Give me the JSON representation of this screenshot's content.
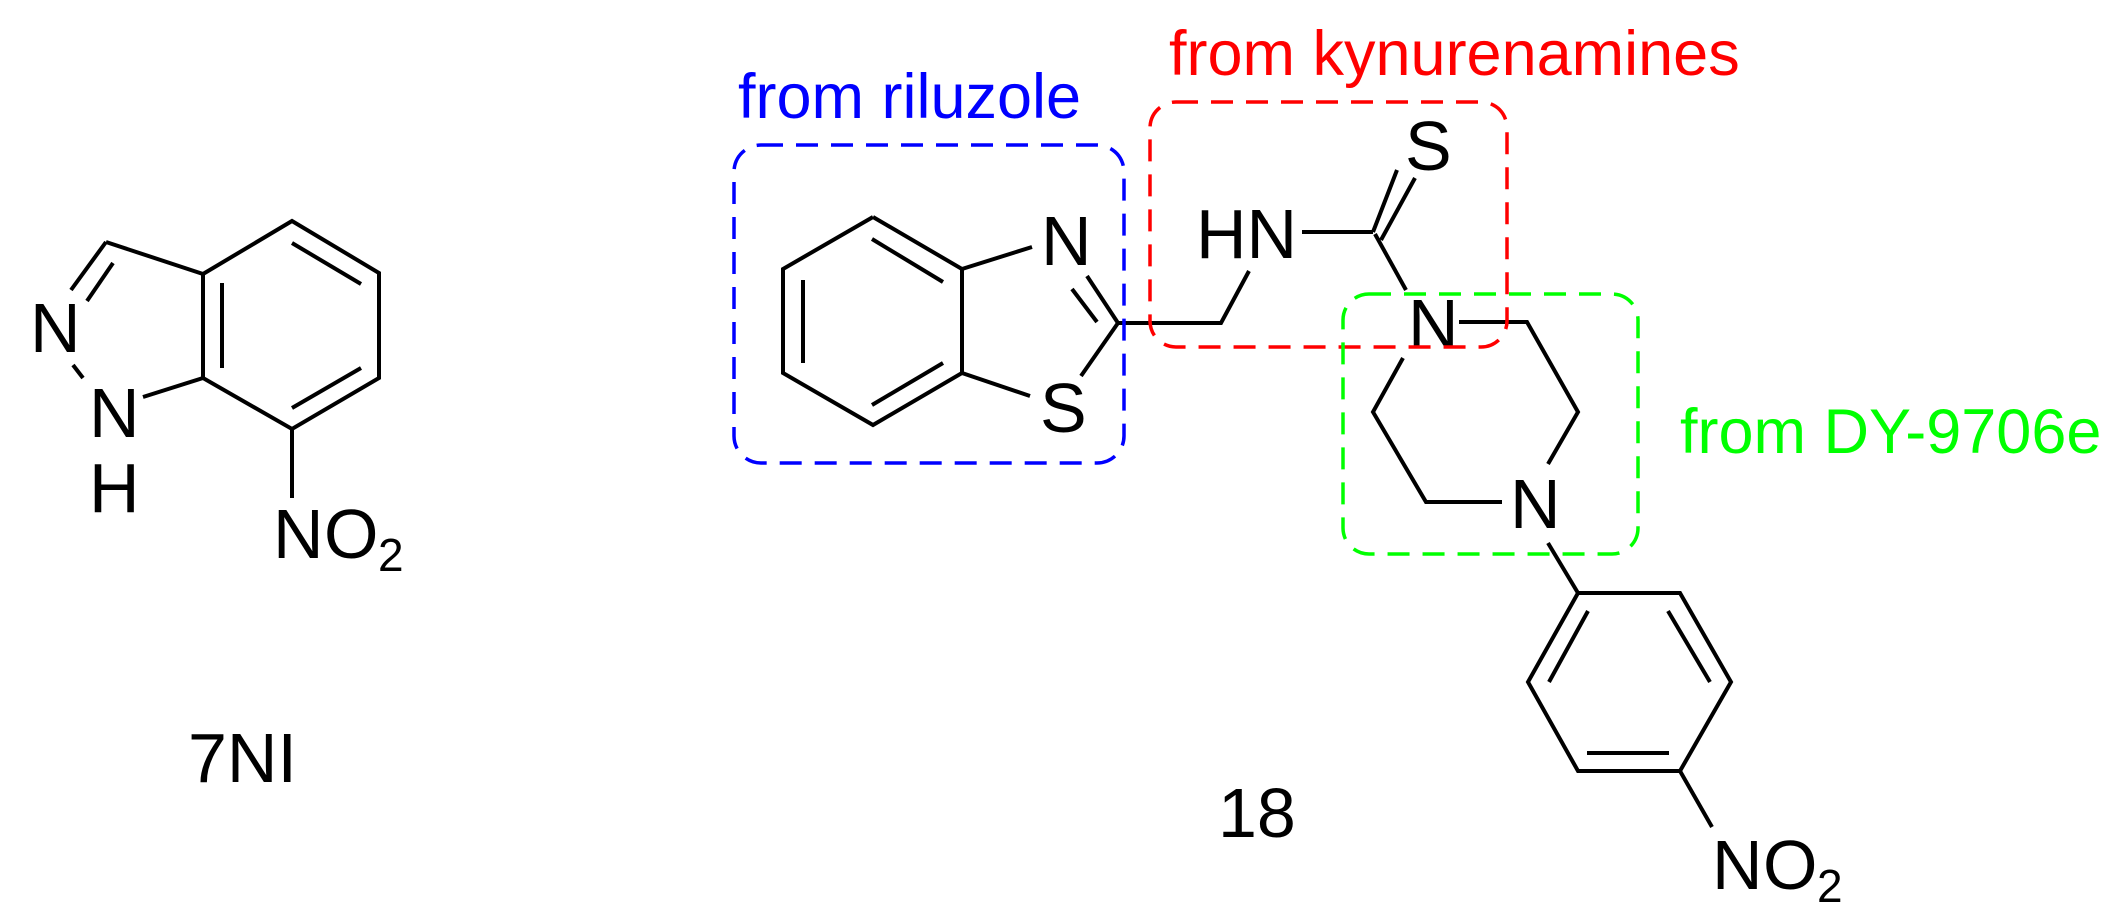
{
  "figure": {
    "background": "#ffffff",
    "compounds": [
      {
        "id": "7ni",
        "label": "7NI",
        "atoms": {
          "n2": "N",
          "n1": "N",
          "h1": "H",
          "nitro_n": "N",
          "nitro_o": "O",
          "nitro_sub": "2"
        }
      },
      {
        "id": "18",
        "label": "18",
        "atoms": {
          "btz_n": "N",
          "btz_s": "S",
          "hn": "HN",
          "thione_s": "S",
          "pip_n1": "N",
          "pip_n4": "N",
          "nitro_n": "N",
          "nitro_o": "O",
          "nitro_sub": "2"
        }
      }
    ],
    "annotations": [
      {
        "id": "riluzole",
        "text": "from riluzole",
        "color": "#0000ff"
      },
      {
        "id": "kynurenamines",
        "text": "from kynurenamines",
        "color": "#ff0000"
      },
      {
        "id": "dy9706e",
        "text": "from DY-9706e",
        "color": "#00ff00"
      }
    ]
  }
}
